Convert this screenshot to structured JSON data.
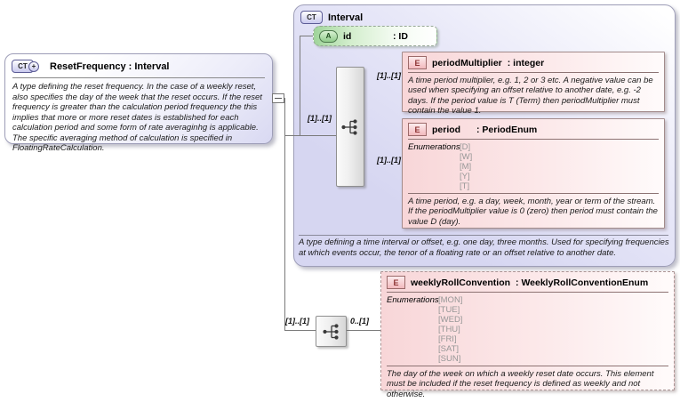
{
  "icons": {
    "ct": "CT",
    "plus": "+",
    "attr": "A",
    "elem": "E"
  },
  "reset_frequency": {
    "title": "ResetFrequency : Interval",
    "annotation": "A type defining the reset frequency. In the case of a weekly reset, also specifies the day of the week that the reset occurs. If the reset frequency is greater than the calculation period frequency the this implies that more or more reset dates is established for each calculation period and some form of rate averaginhg is applicable. The specific averaging method of calculation is specified in FloatingRateCalculation."
  },
  "connectors": {
    "interval_content_cardinality": "[1]..[1]",
    "bottom_sequence_cardinality": "[1]..[1]",
    "weekly_roll_cardinality": "0..[1]"
  },
  "interval": {
    "title": "Interval",
    "annotation": "A type defining a time interval or offset, e.g. one day, three months. Used for specifying frequencies at which events occur, the tenor of a floating rate or an offset relative to another date.",
    "attribute": {
      "name": "id",
      "type": ": ID"
    },
    "period_multiplier": {
      "name": "periodMultiplier",
      "type": ": integer",
      "cardinality": "[1]..[1]",
      "annotation": "A time period multiplier, e.g. 1, 2 or 3 etc. A negative value can be used when specifying an offset relative to another date, e.g. -2 days. If the period value is T (Term) then periodMultiplier must contain the value 1."
    },
    "period": {
      "name": "period",
      "type": ": PeriodEnum",
      "cardinality": "[1]..[1]",
      "enumerations_label": "Enumerations",
      "enumerations": [
        "[D]",
        "[W]",
        "[M]",
        "[Y]",
        "[T]"
      ],
      "annotation": "A time period, e.g. a day, week, month, year or term of the stream. If the periodMultiplier value is 0 (zero) then period must contain the value D (day)."
    }
  },
  "weekly_roll_convention": {
    "name": "weeklyRollConvention",
    "type": ": WeeklyRollConventionEnum",
    "enumerations_label": "Enumerations",
    "enumerations": [
      "[MON]",
      "[TUE]",
      "[WED]",
      "[THU]",
      "[FRI]",
      "[SAT]",
      "[SUN]"
    ],
    "annotation": "The day of the week on which a weekly reset date occurs. This element must be included if the reset frequency is defined as weekly and not otherwise."
  }
}
